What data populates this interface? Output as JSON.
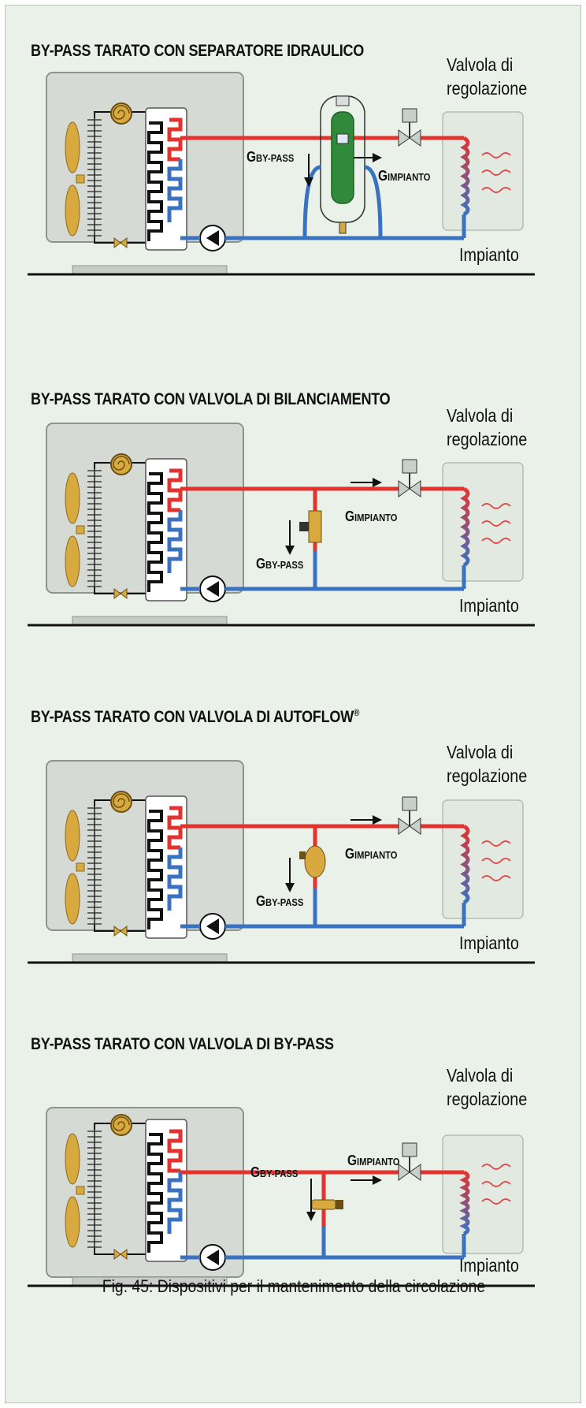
{
  "colors": {
    "hot": "#e4322f",
    "cold": "#3a72c2",
    "unit": "#d5dad5",
    "component": "#d7a93f",
    "separator": "#2f8a3a"
  },
  "panels": [
    {
      "id": "separatore",
      "title": "BY-PASS TARATO CON SEPARATORE IDRAULICO",
      "title_sup": "",
      "valve_label_1": "Valvola di",
      "valve_label_2": "regolazione",
      "flow_imp_g": "G",
      "flow_imp_sub": "IMPIANTO",
      "flow_bp_g": "G",
      "flow_bp_sub": "BY-PASS",
      "impianto": "Impianto"
    },
    {
      "id": "bilanciamento",
      "title": "BY-PASS TARATO CON VALVOLA DI BILANCIAMENTO",
      "title_sup": "",
      "valve_label_1": "Valvola di",
      "valve_label_2": "regolazione",
      "flow_imp_g": "G",
      "flow_imp_sub": "IMPIANTO",
      "flow_bp_g": "G",
      "flow_bp_sub": "BY-PASS",
      "impianto": "Impianto"
    },
    {
      "id": "autoflow",
      "title": "BY-PASS TARATO CON VALVOLA DI AUTOFLOW",
      "title_sup": "®",
      "valve_label_1": "Valvola di",
      "valve_label_2": "regolazione",
      "flow_imp_g": "G",
      "flow_imp_sub": "IMPIANTO",
      "flow_bp_g": "G",
      "flow_bp_sub": "BY-PASS",
      "impianto": "Impianto"
    },
    {
      "id": "bypass",
      "title": "BY-PASS TARATO CON VALVOLA DI BY-PASS",
      "title_sup": "",
      "valve_label_1": "Valvola di",
      "valve_label_2": "regolazione",
      "flow_imp_g": "G",
      "flow_imp_sub": "IMPIANTO",
      "flow_bp_g": "G",
      "flow_bp_sub": "BY-PASS",
      "impianto": "Impianto"
    }
  ],
  "caption": "Fig. 45: Dispositivi per il mantenimento della circolazione"
}
